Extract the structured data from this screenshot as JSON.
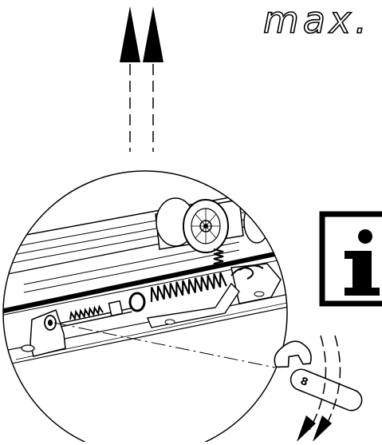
{
  "annotation": {
    "max_text": "max."
  },
  "wrench": {
    "size_label": "8"
  },
  "info_sign": {
    "glyph": "i"
  },
  "icons": [
    "up-arrow-icon",
    "info-icon",
    "wrench-icon",
    "rotation-arrow-icon"
  ],
  "colors": {
    "line": "#000000",
    "background": "#ffffff"
  }
}
